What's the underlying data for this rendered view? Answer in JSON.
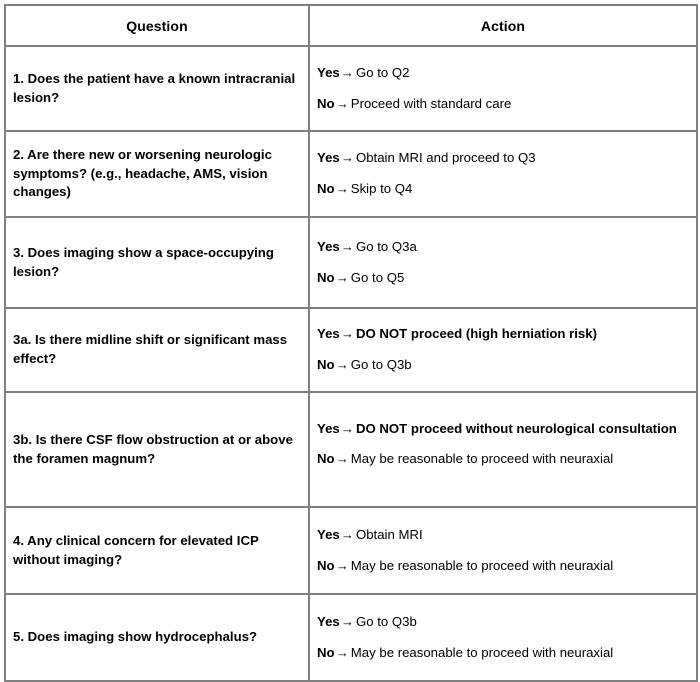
{
  "table": {
    "headers": {
      "question": "Question",
      "action": "Action"
    },
    "rows": [
      {
        "id": "q1",
        "question": "1. Does the patient have a known intracranial lesion?",
        "actions": [
          {
            "key": "Yes",
            "arrow": "→",
            "text": "Go to Q2",
            "emphasis": false
          },
          {
            "key": "No",
            "arrow": "→",
            "text": "Proceed with standard care",
            "emphasis": false
          }
        ]
      },
      {
        "id": "q2",
        "question": "2. Are there new or worsening neurologic symptoms? (e.g., headache, AMS, vision changes)",
        "actions": [
          {
            "key": "Yes",
            "arrow": "→",
            "text": "Obtain MRI and proceed to Q3",
            "emphasis": false
          },
          {
            "key": "No",
            "arrow": "→",
            "text": "Skip to Q4",
            "emphasis": false
          }
        ]
      },
      {
        "id": "q3",
        "question": "3. Does imaging show a space-occupying lesion?",
        "actions": [
          {
            "key": "Yes",
            "arrow": "→",
            "text": "Go to Q3a",
            "emphasis": false
          },
          {
            "key": "No",
            "arrow": "→",
            "text": "Go to Q5",
            "emphasis": false
          }
        ]
      },
      {
        "id": "q3a",
        "question": "3a. Is there midline shift or significant mass effect?",
        "actions": [
          {
            "key": "Yes",
            "arrow": "→",
            "text": "DO NOT proceed (high herniation risk)",
            "emphasis": true
          },
          {
            "key": "No",
            "arrow": "→",
            "text": "Go to Q3b",
            "emphasis": false
          }
        ]
      },
      {
        "id": "q3b",
        "question": "3b. Is there CSF flow obstruction at or above the foramen magnum?",
        "actions": [
          {
            "key": "Yes",
            "arrow": "→",
            "text": "DO NOT proceed without neurological consultation",
            "emphasis": true
          },
          {
            "key": "No",
            "arrow": "→",
            "text": "May be reasonable to proceed with neuraxial",
            "emphasis": false
          }
        ]
      },
      {
        "id": "q4",
        "question": "4. Any clinical concern for elevated ICP without imaging?",
        "actions": [
          {
            "key": "Yes",
            "arrow": "→",
            "text": "Obtain MRI",
            "emphasis": false
          },
          {
            "key": "No",
            "arrow": "→",
            "text": "May be reasonable to proceed with neuraxial",
            "emphasis": false
          }
        ]
      },
      {
        "id": "q5",
        "question": "5. Does imaging show hydrocephalus?",
        "actions": [
          {
            "key": "Yes",
            "arrow": "→",
            "text": "Go to Q3b",
            "emphasis": false
          },
          {
            "key": "No",
            "arrow": "→",
            "text": "May be reasonable to proceed with neuraxial",
            "emphasis": false
          }
        ]
      }
    ]
  },
  "colors": {
    "border": "#808080",
    "text": "#000000",
    "background": "#ffffff"
  }
}
